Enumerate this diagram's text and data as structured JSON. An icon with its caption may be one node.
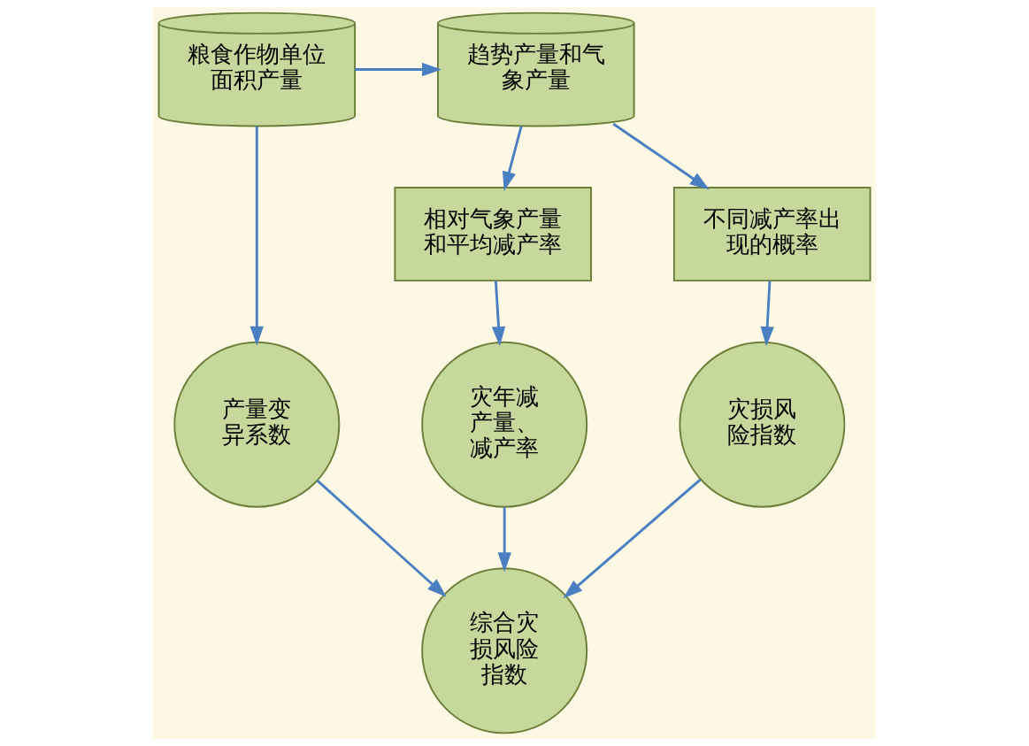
{
  "diagram": {
    "nodes": [
      {
        "text": [
          "粮食作物单位面积产量"
        ]
      },
      {
        "text": [
          "趋势产量和气象产量"
        ]
      },
      {
        "text": [
          "相对气象产量和平均减产率"
        ]
      },
      {
        "text": [
          "不同减产率出现的概率"
        ]
      },
      {
        "text": [
          "产量变异系数"
        ]
      },
      {
        "text": [
          "灾年减产量、减产率"
        ]
      },
      {
        "text": [
          "灾损风险指数"
        ]
      },
      {
        "text": [
          "综合灾损风险指数"
        ]
      }
    ],
    "edges": [
      {
        "from": 0,
        "to": 1,
        "arrow": "to"
      },
      {
        "from": 1,
        "to": 2,
        "arrow": "to"
      },
      {
        "from": 1,
        "to": 3,
        "arrow": "to"
      },
      {
        "from": 0,
        "to": 4,
        "arrow": "to"
      },
      {
        "from": 2,
        "to": 5,
        "arrow": "to"
      },
      {
        "from": 3,
        "to": 6,
        "arrow": "to"
      },
      {
        "from": 4,
        "to": 7,
        "arrow": "to"
      },
      {
        "from": 5,
        "to": 7,
        "arrow": "to"
      },
      {
        "from": 6,
        "to": 7,
        "arrow": "to"
      }
    ]
  }
}
